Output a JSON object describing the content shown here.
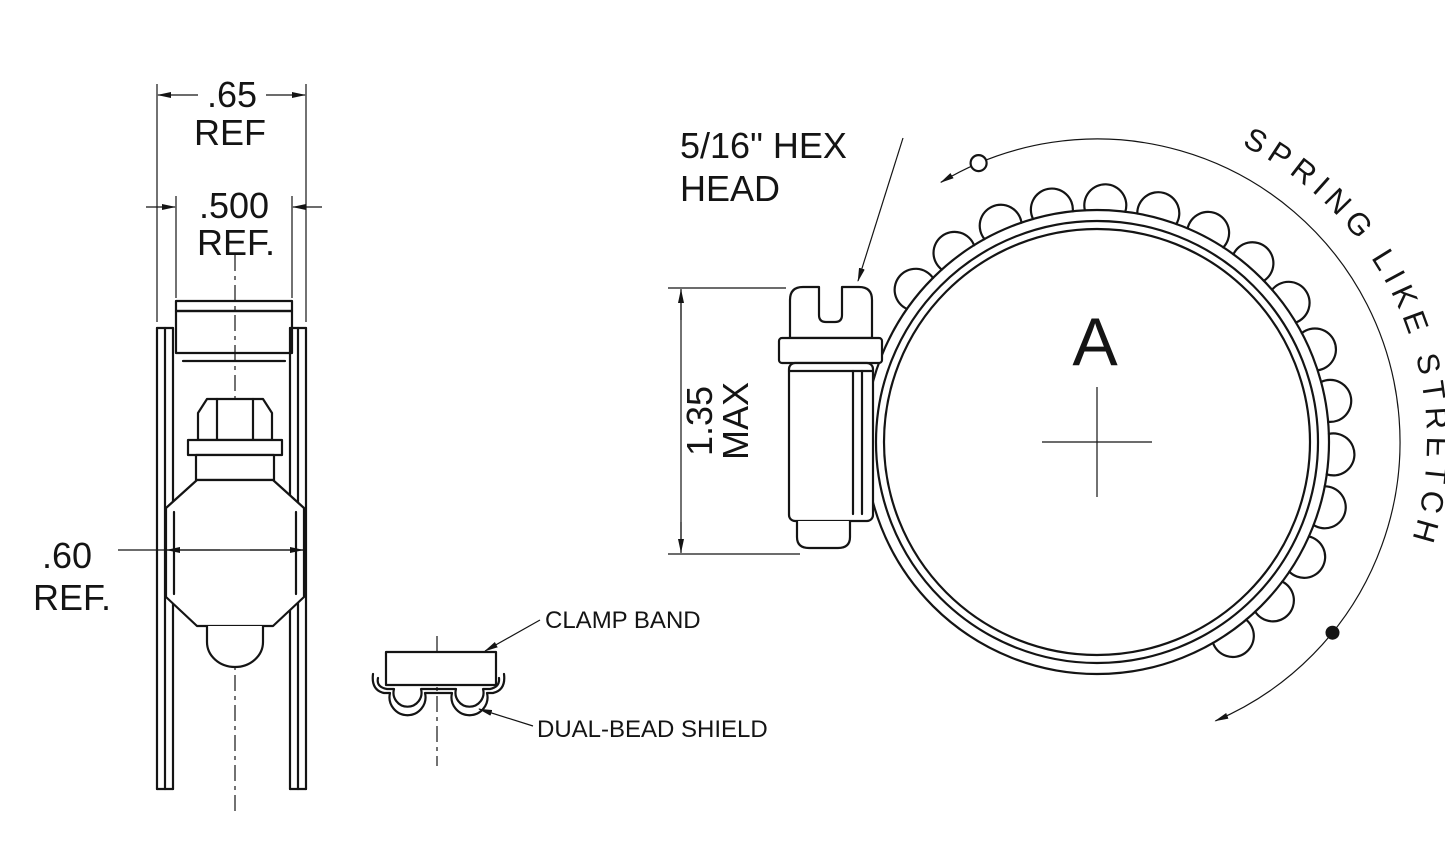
{
  "drawing": {
    "side_view": {
      "dim_band_width": {
        "value": ".65",
        "ref": "REF"
      },
      "dim_inner_width": {
        "value": ".500",
        "ref": "REF."
      },
      "dim_housing_width": {
        "value": ".60",
        "ref": "REF."
      }
    },
    "band_detail": {
      "clamp_band_label": "CLAMP BAND",
      "shield_label": "DUAL-BEAD SHIELD"
    },
    "front_view": {
      "hex_head_line1": "5/16\" HEX",
      "hex_head_line2": "HEAD",
      "dim_height_value": "1.35",
      "dim_height_ref": "MAX",
      "diameter_label": "A",
      "spring_note": "SPRING LIKE STRETCH"
    },
    "colors": {
      "ink": "#141414",
      "background": "#ffffff"
    }
  }
}
